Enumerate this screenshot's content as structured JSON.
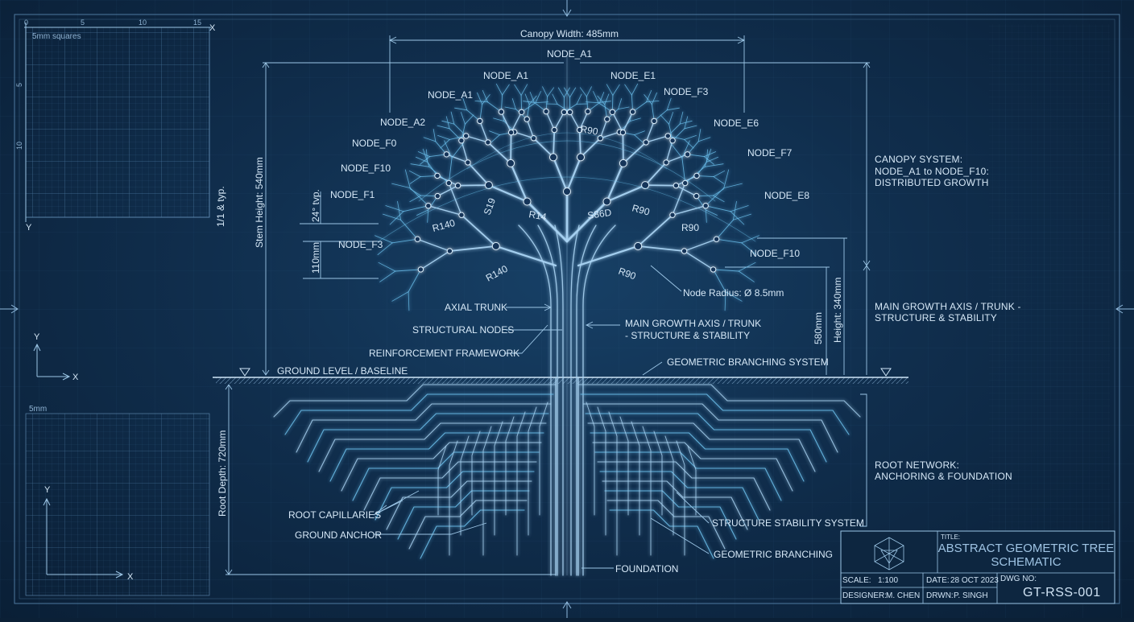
{
  "sheet": {
    "grid_top_label": "5mm squares",
    "grid_bottom_label": "5mm",
    "grid_top_ticks": [
      "0",
      "5",
      "10",
      "15"
    ],
    "grid_side_ticks": [
      "5",
      "10"
    ],
    "axis_x": "X",
    "axis_y": "Y"
  },
  "dimensions": {
    "canopy_width": "Canopy Width: 485mm",
    "stem_height": "Stem Height: 540mm",
    "height_right": "Height: 340mm",
    "root_depth": "Root Depth: 720mm",
    "dim_110": "110mm",
    "dim_24": "24° tvp.",
    "dim_left_top": "1/1 & typ.",
    "dim_580": "580mm",
    "node_radius": "Node Radius: Ø 8.5mm"
  },
  "nodes": {
    "top": "NODE_A1",
    "left": [
      "NODE_A1",
      "NODE_A1",
      "NODE_A2",
      "NODE_F0",
      "NODE_F10",
      "NODE_F1",
      "NODE_F3"
    ],
    "right": [
      "NODE_E1",
      "NODE_F3",
      "NODE_E6",
      "NODE_F7",
      "NODE_E8",
      "NODE_F10"
    ]
  },
  "radii": {
    "r140_a": "R140",
    "r140_b": "R140",
    "r90_a": "R90",
    "r90_b": "R90",
    "r90_c": "R90",
    "r90_d": "R90",
    "r14": "R14",
    "r_s86": "S86D",
    "r_s19": "S19"
  },
  "callouts": {
    "axial_trunk": "AXIAL TRUNK",
    "structural_nodes": "STRUCTURAL NODES",
    "reinforcement": "REINFORCEMENT FRAMEWORK",
    "ground": "GROUND LEVEL / BASELINE",
    "main_axis_1": "MAIN GROWTH AXIS / TRUNK",
    "main_axis_2": "- STRUCTURE & STABILITY",
    "geo_branching_system": "GEOMETRIC BRANCHING SYSTEM",
    "root_capillaries": "ROOT CAPILLARIES",
    "ground_anchor": "GROUND ANCHOR",
    "structure_stability": "STRUCTURE STABILITY SYSTEM",
    "geo_branching": "GEOMETRIC BRANCHING",
    "foundation": "FOUNDATION"
  },
  "systems": {
    "canopy": [
      "CANOPY SYSTEM:",
      "NODE_A1 to NODE_F10:",
      "DISTRIBUTED GROWTH"
    ],
    "main": [
      "MAIN GROWTH AXIS / TRUNK -",
      "STRUCTURE & STABILITY"
    ],
    "root": [
      "ROOT NETWORK:",
      "ANCHORING & FOUNDATION"
    ]
  },
  "title_block": {
    "title_label": "TITLE:",
    "title_line1": "ABSTRACT GEOMETRIC TREE",
    "title_line2": "SCHEMATIC",
    "scale_label": "SCALE:",
    "scale_value": "1:100",
    "date_label": "DATE:",
    "date_value": "28 OCT 2023",
    "dwg_label": "DWG NO:",
    "dwg_value": "GT-RSS-001",
    "designer_label": "DESIGNER:",
    "designer_value": "M. CHEN",
    "drawn_label": "DRWN:",
    "drawn_value": "P. SINGH"
  },
  "colors": {
    "background": "#102e4d",
    "line": "#a9d3f2",
    "glow": "#6ec3f0",
    "text": "#d6e8f7"
  }
}
